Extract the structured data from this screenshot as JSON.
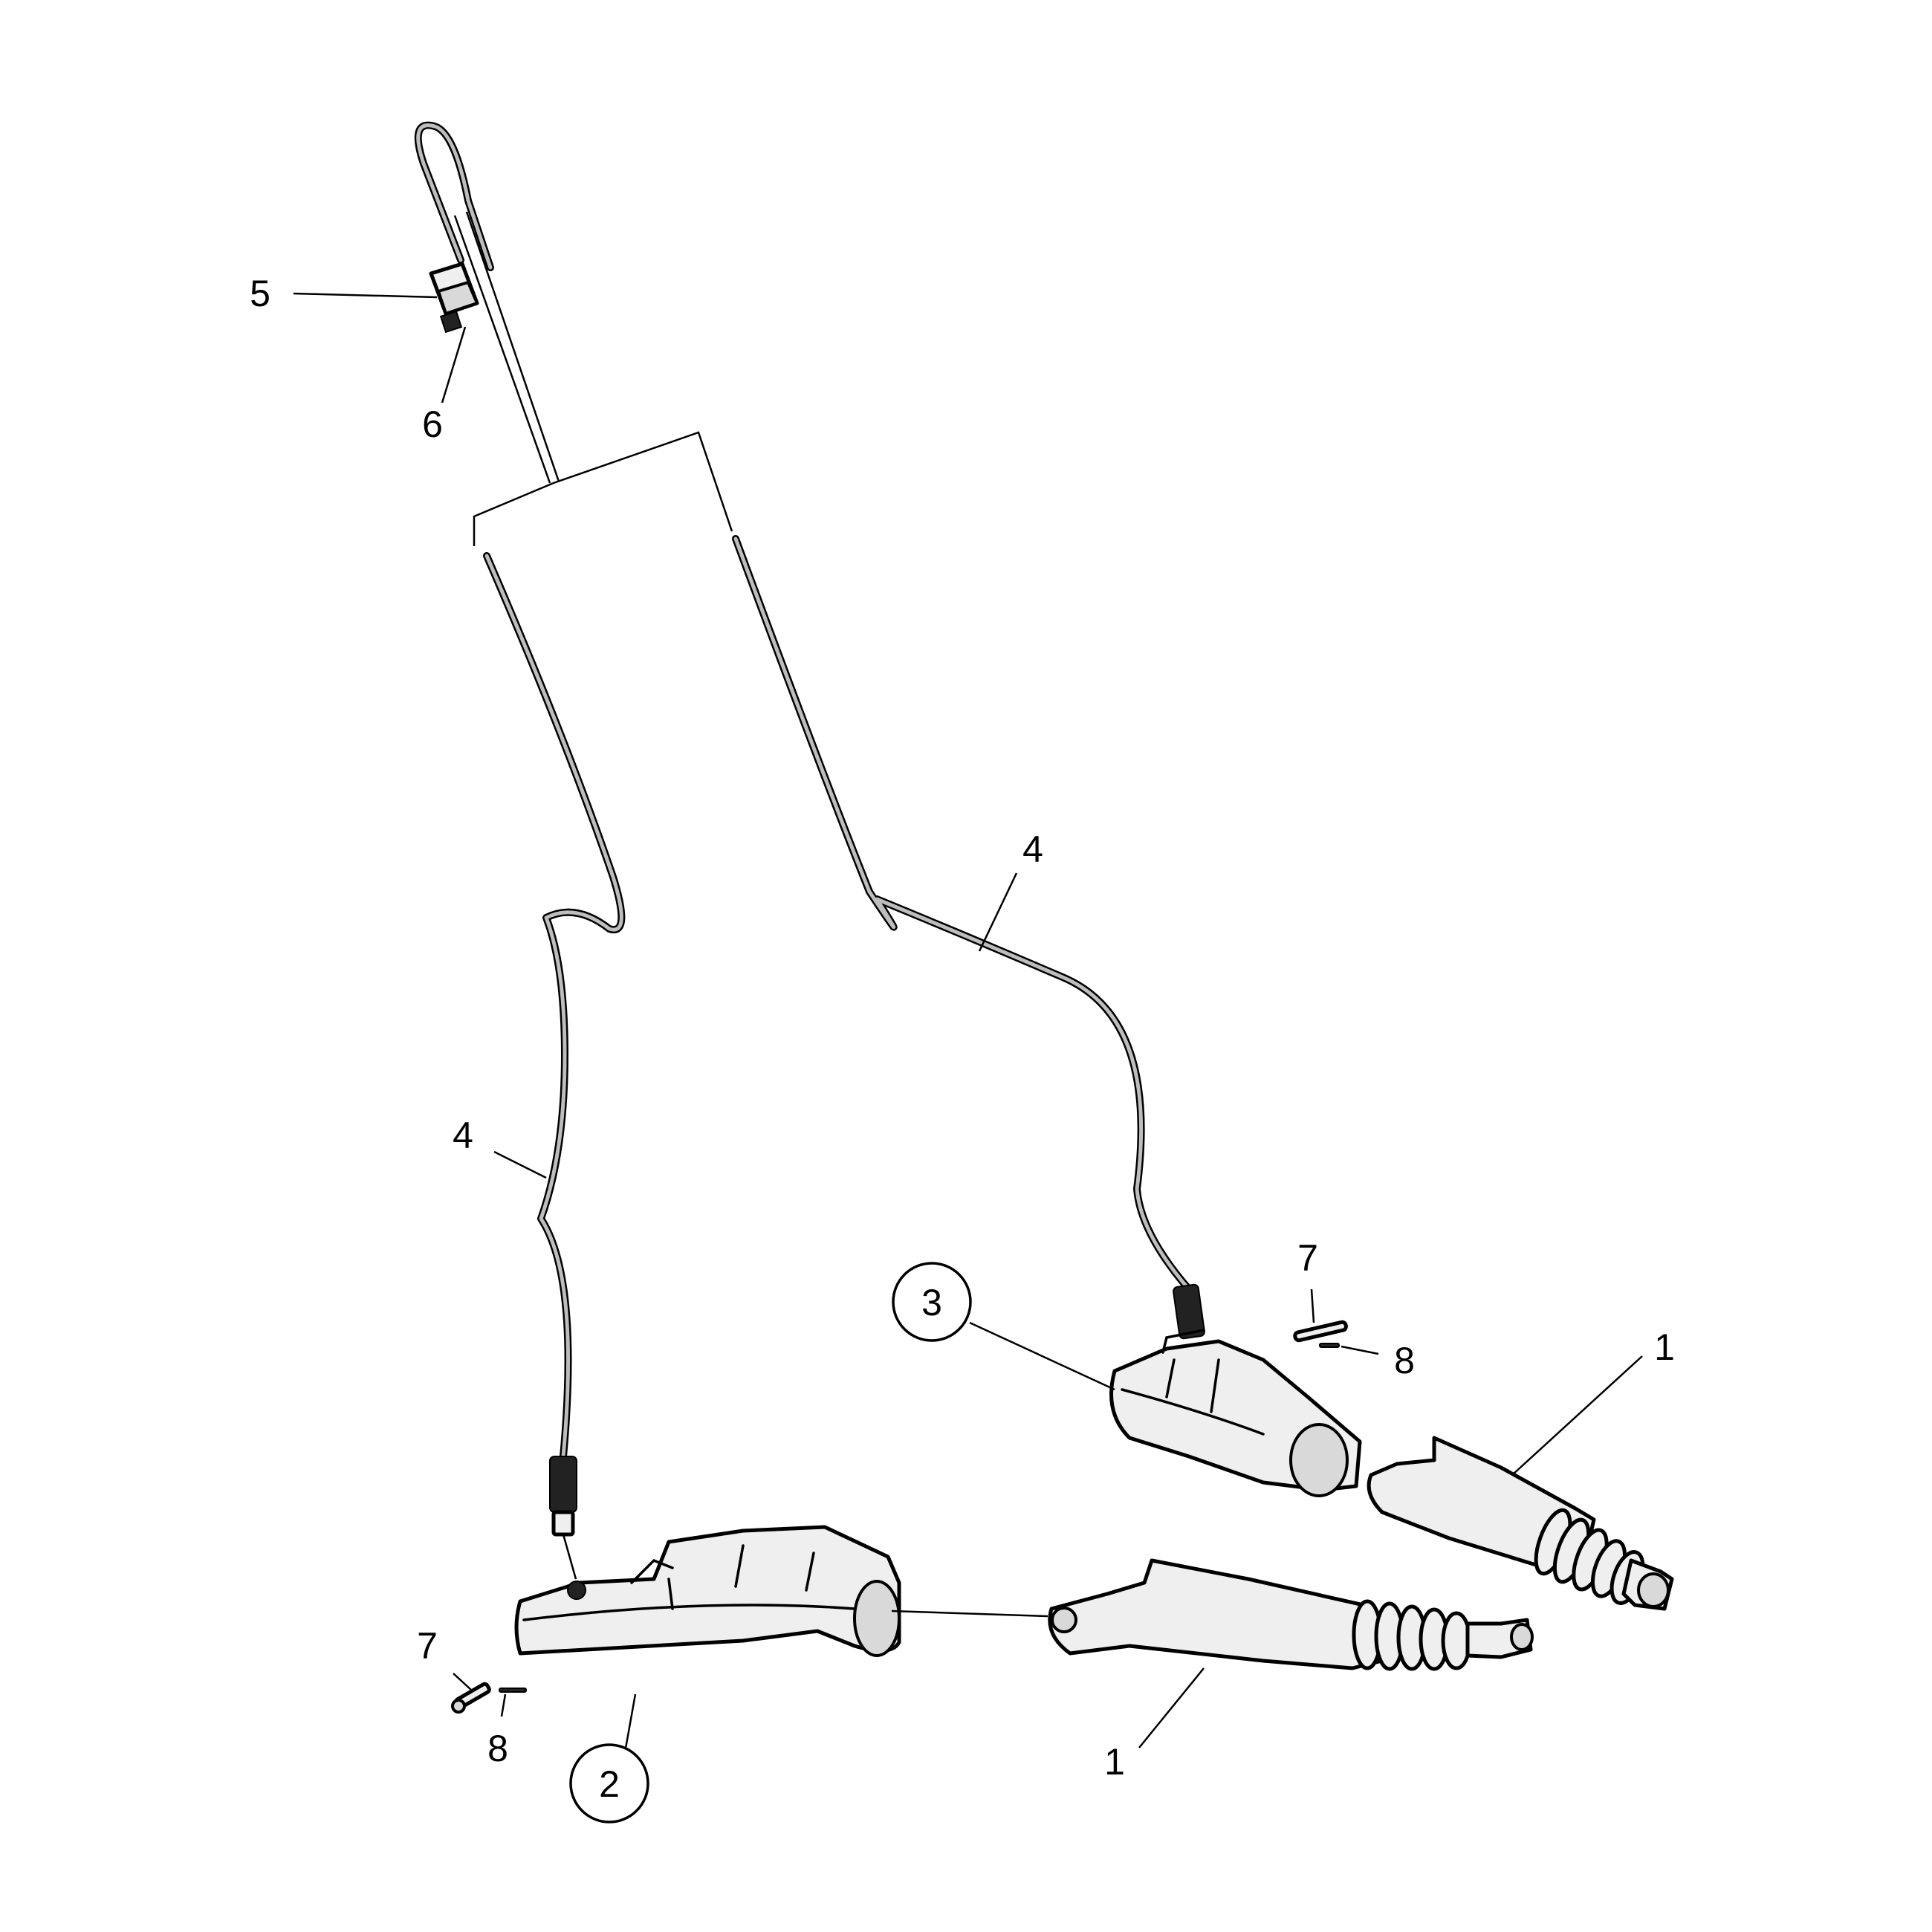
{
  "callouts": {
    "actuator_lower": "1",
    "actuator_upper": "1",
    "cradle_left": "2",
    "cradle_right": "3",
    "cable_left": "4",
    "cable_right": "4",
    "connector_housing": "5",
    "connector_lock": "6",
    "pin_left": "7",
    "pin_right": "7",
    "clip_left": "8",
    "clip_right": "8"
  },
  "icons": {
    "cable_harness": "cable-harness-icon",
    "actuator": "linear-actuator-icon",
    "mount": "actuator-mount-icon",
    "connector": "connector-icon",
    "pin": "pin-icon",
    "clip": "clip-icon"
  }
}
